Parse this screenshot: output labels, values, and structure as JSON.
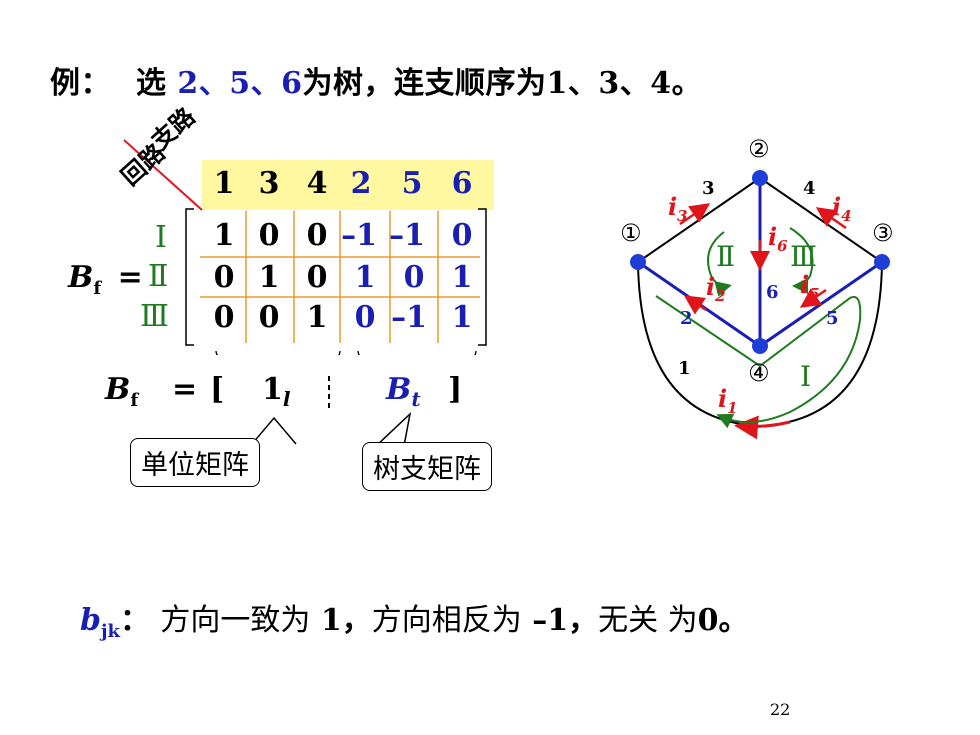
{
  "title": {
    "prefix": "例：",
    "choose": "选",
    "tree_branches": "2、5、6",
    "tree_word": "为树，连支顺序为",
    "link_order": "1、3、4。"
  },
  "matrix": {
    "corner_top": "支路",
    "corner_bottom": "回路",
    "columns": [
      "1",
      "3",
      "4",
      "2",
      "5",
      "6"
    ],
    "loops": [
      "Ⅰ",
      "Ⅱ",
      "Ⅲ"
    ],
    "rows": [
      [
        "1",
        "0",
        "0",
        "–1",
        "–1",
        "0"
      ],
      [
        "0",
        "1",
        "0",
        "1",
        "0",
        "1"
      ],
      [
        "0",
        "0",
        "1",
        "0",
        "–1",
        "1"
      ]
    ],
    "label": "B",
    "label_sub": "f",
    "equals": "="
  },
  "partition": {
    "label": "B",
    "label_sub": "f",
    "equals": "=",
    "open": "[",
    "identity": "1",
    "identity_sub": "l",
    "tree_part": "B",
    "tree_sub": "t",
    "close": "]",
    "callout_identity": "单位矩阵",
    "callout_tree": "树支矩阵"
  },
  "graph": {
    "nodes": [
      "①",
      "②",
      "③",
      "④"
    ],
    "branch_labels": [
      "1",
      "2",
      "3",
      "4",
      "5",
      "6"
    ],
    "currents": [
      "i1",
      "i2",
      "i3",
      "i4",
      "i5",
      "i6"
    ],
    "loops": [
      "Ⅰ",
      "Ⅱ",
      "Ⅲ"
    ],
    "colors": {
      "tree": "#1a1fb3",
      "link": "#000000",
      "current": "#e0151b",
      "loop": "#1e7b1e",
      "node": "#1f3ed6"
    }
  },
  "rule": {
    "symbol": "b",
    "symbol_sub": "jk",
    "colon": "：",
    "same": "方向一致为",
    "same_val": "1，",
    "opposite": "方向相反为",
    "opposite_val": "–1，",
    "none": "无关 为",
    "none_val": "0。"
  },
  "page_number": "22"
}
